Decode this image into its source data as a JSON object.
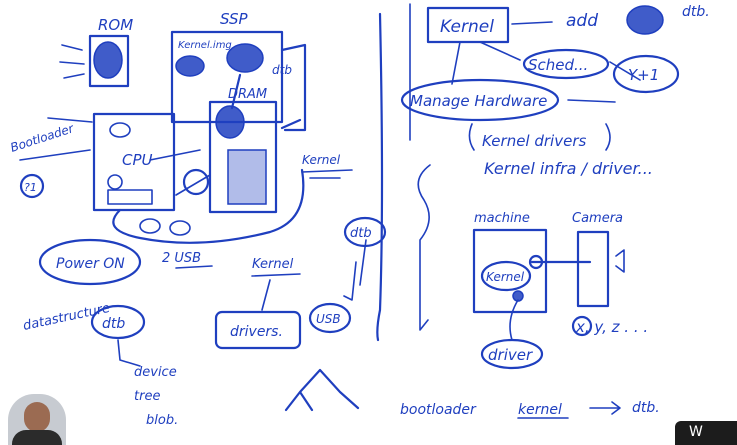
{
  "labels": {
    "rom": "ROM",
    "ssp": "SSP",
    "kernel_img": "Kernel.img",
    "dtb_top": "dtb",
    "dram": "DRAM",
    "bootloader": "Bootloader",
    "cpu": "CPU",
    "kernel_left": "Kernel",
    "marker": "?1",
    "dtb_mid": "dtb",
    "power_on": "Power ON",
    "usb_2": "2 USB",
    "datastructure": "datastructure",
    "dtb_left": "dtb",
    "kernel_lower": "Kernel",
    "drivers": "drivers.",
    "usb": "USB",
    "device_tree": "device",
    "device_tree_2": "tree",
    "blob": "blob.",
    "kernel_right": "Kernel",
    "add": "add",
    "dtb_right": "dtb.",
    "sched": "Sched...",
    "y_plus_1": "Y+1",
    "manage_hw": "Manage Hardware",
    "kernel_drivers": "Kernel drivers",
    "kernel_infra": "Kernel infra / driver...",
    "machine": "machine",
    "camera": "Camera",
    "kernel_machine": "Kernel",
    "xyz": "x, y, z . . .",
    "driver": "driver",
    "bootloader_bottom": "bootloader",
    "kernel_bottom": "kernel",
    "dtb_bottom": "dtb."
  },
  "watermark": "W"
}
